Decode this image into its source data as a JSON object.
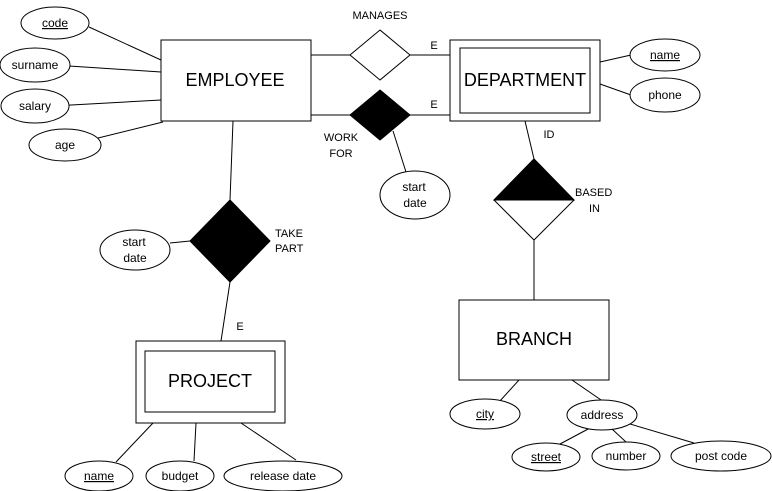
{
  "entities": {
    "employee": "EMPLOYEE",
    "department": "DEPARTMENT",
    "project": "PROJECT",
    "branch": "BRANCH"
  },
  "employee_attributes": {
    "code": "code",
    "surname": "surname",
    "salary": "salary",
    "age": "age"
  },
  "department_attributes": {
    "name": "name",
    "phone": "phone"
  },
  "project_attributes": {
    "name": "name",
    "budget": "budget",
    "release_date": "release date"
  },
  "branch_attributes": {
    "city": "city",
    "address": "address",
    "street": "street",
    "number": "number",
    "post_code": "post code"
  },
  "relationships": {
    "manages": "MANAGES",
    "work_for_line1": "WORK",
    "work_for_line2": "FOR",
    "take_part_line1": "TAKE",
    "take_part_line2": "PART",
    "based_in_line1": "BASED",
    "based_in_line2": "IN"
  },
  "relationship_attributes": {
    "work_for_start_date_line1": "start",
    "work_for_start_date_line2": "date",
    "take_part_start_date_line1": "start",
    "take_part_start_date_line2": "date"
  },
  "cardinalities": {
    "manages": "E",
    "work_for": "E",
    "take_part": "E",
    "based_in": "ID"
  }
}
